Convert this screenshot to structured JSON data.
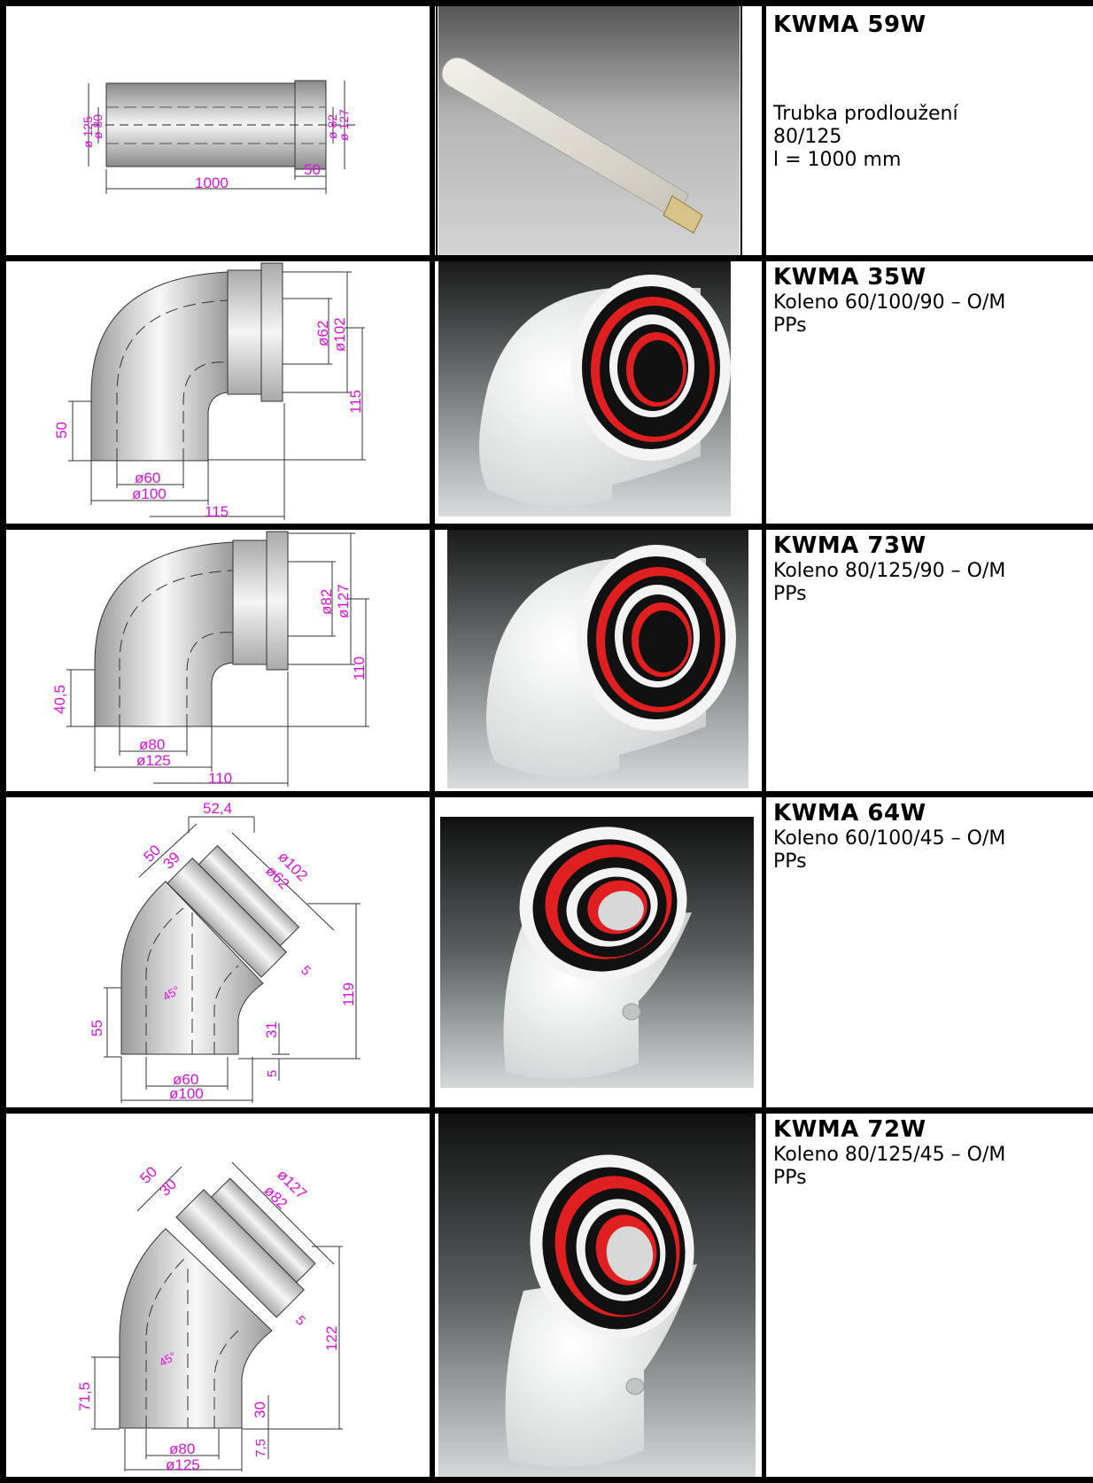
{
  "products": [
    {
      "code": "KWMA 59W",
      "description": [
        "Trubka prodloužení",
        "80/125",
        "l = 1000 mm"
      ],
      "drawing_labels": [
        "ø 125",
        "ø 80",
        "ø 82",
        "ø 127",
        "50",
        "1000"
      ],
      "photo": "straight-pipe-extension"
    },
    {
      "code": "KWMA 35W",
      "description": [
        "Koleno 60/100/90 – O/M",
        "PPs"
      ],
      "drawing_labels": [
        "ø62",
        "ø102",
        "115",
        "50",
        "ø60",
        "ø100",
        "115"
      ],
      "photo": "elbow-90-red-seal"
    },
    {
      "code": "KWMA 73W",
      "description": [
        "Koleno 80/125/90 – O/M",
        "PPs"
      ],
      "drawing_labels": [
        "ø82",
        "ø127",
        "110",
        "40,5",
        "ø80",
        "ø125",
        "110"
      ],
      "photo": "elbow-90-red-seal"
    },
    {
      "code": "KWMA 64W",
      "description": [
        "Koleno 60/100/45 – O/M",
        "PPs"
      ],
      "drawing_labels": [
        "52,4",
        "50",
        "39",
        "ø102",
        "ø62",
        "5",
        "119",
        "45°",
        "55",
        "31",
        "5",
        "ø60",
        "ø100"
      ],
      "photo": "elbow-45-red-seal"
    },
    {
      "code": "KWMA 72W",
      "description": [
        "Koleno 80/125/45 – O/M",
        "PPs"
      ],
      "drawing_labels": [
        "50",
        "30",
        "ø127",
        "ø82",
        "5",
        "122",
        "45°",
        "71,5",
        "30",
        "7,5",
        "ø80",
        "ø125"
      ],
      "photo": "elbow-45-red-seal"
    }
  ],
  "colors": {
    "dimension": "#e010e0",
    "border": "#000000",
    "seal": "#e02020"
  }
}
